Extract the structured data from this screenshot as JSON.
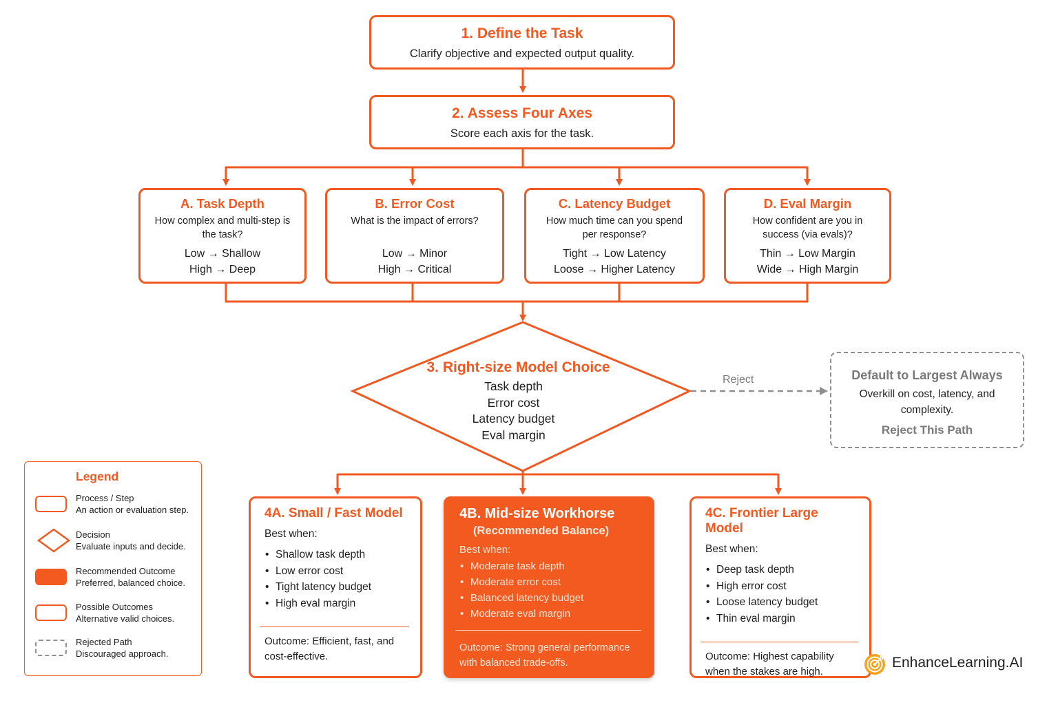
{
  "steps": [
    {
      "title": "1. Define the Task",
      "subtitle": "Clarify objective and expected output quality."
    },
    {
      "title": "2. Assess Four Axes",
      "subtitle": "Score each axis for the task."
    }
  ],
  "axes": [
    {
      "title": "A. Task Depth",
      "question": "How complex and multi-step is the task?",
      "low": "Low → Shallow",
      "high": "High → Deep"
    },
    {
      "title": "B. Error Cost",
      "question": "What is the impact of errors?",
      "low": "Low → Minor",
      "high": "High → Critical"
    },
    {
      "title": "C. Latency Budget",
      "question": "How much time can you spend per response?",
      "low": "Tight → Low Latency",
      "high": "Loose → Higher Latency"
    },
    {
      "title": "D. Eval Margin",
      "question": "How confident are you in success (via evals)?",
      "low": "Thin → Low Margin",
      "high": "Wide → High Margin"
    }
  ],
  "decision": {
    "title": "3. Right-size Model Choice",
    "inputs": [
      "Task depth",
      "Error cost",
      "Latency budget",
      "Eval margin"
    ]
  },
  "rejected": {
    "arrow_label": "Reject",
    "title": "Default to Largest Always",
    "description": "Overkill on cost, latency, and complexity.",
    "footer": "Reject This Path"
  },
  "outcomes": [
    {
      "title": "4A. Small / Fast Model",
      "best_when": "Best when:",
      "bullets": [
        "Shallow task depth",
        "Low error cost",
        "Tight latency budget",
        "High eval margin"
      ],
      "outcome": "Outcome: Efficient, fast, and cost-effective."
    },
    {
      "title": "4B. Mid-size Workhorse",
      "subtitle": "(Recommended Balance)",
      "best_when": "Best when:",
      "bullets": [
        "Moderate task depth",
        "Moderate error cost",
        "Balanced latency budget",
        "Moderate eval margin"
      ],
      "outcome": "Outcome: Strong general performance with balanced trade-offs."
    },
    {
      "title": "4C. Frontier Large Model",
      "best_when": "Best when:",
      "bullets": [
        "Deep task depth",
        "High error cost",
        "Loose latency budget",
        "Thin eval margin"
      ],
      "outcome": "Outcome: Highest capability when the stakes are high."
    }
  ],
  "legend": {
    "title": "Legend",
    "items": [
      {
        "name": "Process / Step",
        "description": "An action or evaluation step."
      },
      {
        "name": "Decision",
        "description": "Evaluate inputs and decide."
      },
      {
        "name": "Recommended Outcome",
        "description": "Preferred, balanced choice."
      },
      {
        "name": "Possible Outcomes",
        "description": "Alternative valid choices."
      },
      {
        "name": "Rejected Path",
        "description": "Discouraged approach."
      }
    ]
  },
  "brand": {
    "name": "EnhanceLearning.AI",
    "icon": "target-logo-icon"
  },
  "colors": {
    "accent": "#f05a22",
    "recommended_fill": "#f25a1f",
    "rejected": "#8f8f8f"
  }
}
